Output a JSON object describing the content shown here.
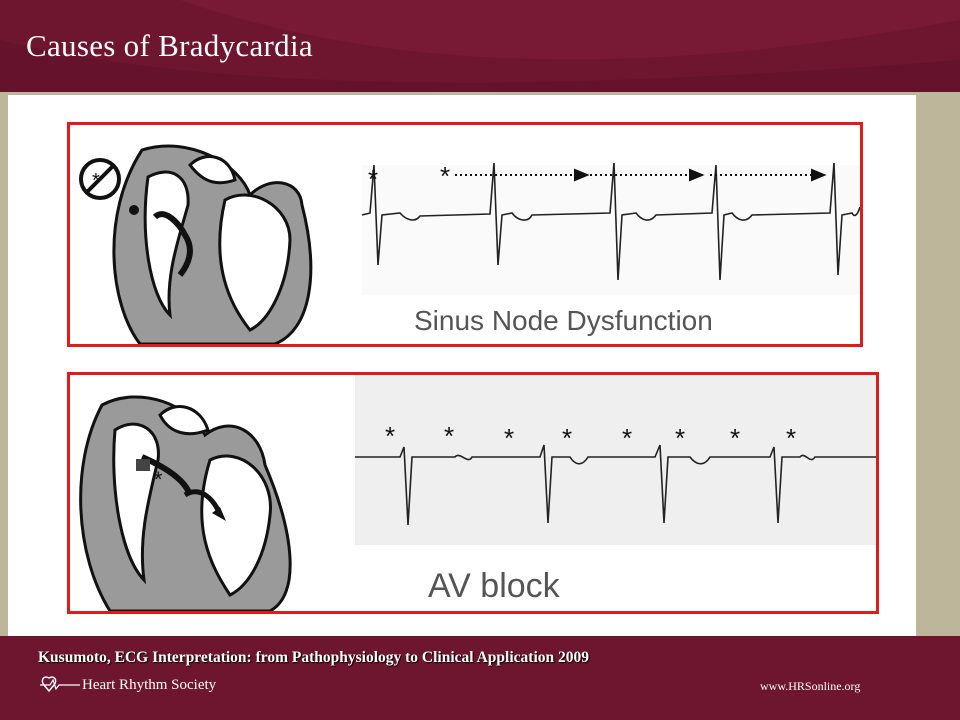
{
  "header": {
    "title": "Causes of Bradycardia"
  },
  "panels": [
    {
      "label": "Sinus Node Dysfunction",
      "markers": [
        "*",
        "*"
      ]
    },
    {
      "label": "AV block",
      "markers": [
        "*",
        "*",
        "*",
        "*",
        "*",
        "*",
        "*",
        "*"
      ]
    }
  ],
  "footer": {
    "citation": "Kusumoto, ECG Interpretation: from Pathophysiology to Clinical Application 2009",
    "logo_text": "Heart Rhythm Society",
    "url": "www.HRSonline.org"
  },
  "colors": {
    "header_bg": "#6e1530",
    "panel_border": "#e01b1b",
    "side_bg": "#bdb69a"
  }
}
